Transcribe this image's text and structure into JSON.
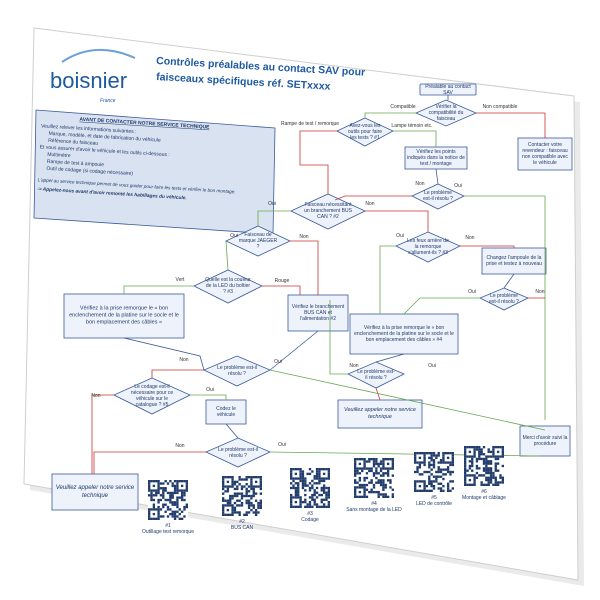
{
  "brand": {
    "name": "boisnier",
    "sub": "France",
    "color": "#1e5aa0"
  },
  "title": {
    "line1": "Contrôles préalables au contact SAV pour",
    "line2": "faisceaux spécifiques réf. SETxxxx"
  },
  "notice": {
    "heading": "AVANT DE CONTACTER NOTRE SERVICE TECHNIQUE",
    "p1": "Veuillez relever les informations suivantes :",
    "b1": "Marque, modèle, et date de fabrication du véhicule",
    "b2": "Référence du faisceau",
    "p2": "Et vous assurer d'avoir le véhicule et les outils ci-dessous :",
    "b3": "Multimètre",
    "b4": "Rampe de test à ampoule",
    "b5": "Outil de codage (si codage nécessaire)",
    "p3": "L'appel au service technique permet de vous guider pour faire les tests et vérifier le bon montage.",
    "p4": "-> Appelez-nous avant d'avoir remonté les habillages du véhicule."
  },
  "nodes": {
    "start": "Préalable au contact SAV",
    "verify_conf": "Vérifier la compatibilité du faisceau",
    "not_compatible_box": "Contacter votre revendeur : faisceau non compatible avec le véhicule",
    "tools": "Avez-vous les outils pour faire les tests ? #1",
    "check_pos": "Vérifiez les points indiqués dans la notice de test / montage",
    "problem1": "Le problème est-il résolu ?",
    "bus_wiring": "Faisceau nécessitant un branchement BUS CAN ? #2",
    "jaeger": "Faisceau de marque JAEGER ?",
    "led_color": "Quelle est la couleur de la LED du boîtier ? #3",
    "check_plug": "Vérifiez à la prise remorque le « bon enclenchement de la platine sur le socle et le bon emplacement des câbles »",
    "check_bus": "Vérifiez le branchement BUS CAN et l'alimentation #2",
    "bulb_ok": "Les feux arrière de la remorque s'allument-ils ? #3",
    "change_bulb": "Changez l'ampoule de la prise et testez à nouveau",
    "bulb_works": "Le problème est-il résolu ?",
    "check_plug2": "Vérifiez à la prise remorque le « bon enclenchement de la platine sur le socle et le bon emplacement des câbles » #4",
    "problem2": "Le problème est-il résolu ?",
    "call_service2": "Veuillez appeler notre service technique",
    "problem3": "Le problème est-il résolu ?",
    "coding": "Le codage est-il nécessaire pour ce véhicule sur le catalogue ? #5",
    "code_vehicle": "Codez le véhicule",
    "problem4": "Le problème est-il résolu ?",
    "call_service": "Veuillez appeler notre service technique",
    "solved": "Merci d'avoir suivi la procédure"
  },
  "labels": {
    "compatible": "Compatible",
    "non_compatible": "Non compatible",
    "rampe": "Rampe de test / remorque",
    "lampe": "Lampe témoin etc.",
    "non": "Non",
    "oui": "Oui",
    "vert": "Vert",
    "rouge": "Rouge"
  },
  "qr_codes": [
    {
      "num": "#1",
      "caption": "Outillage test remorque"
    },
    {
      "num": "#2",
      "caption": "BUS CAN"
    },
    {
      "num": "#3",
      "caption": "Codage"
    },
    {
      "num": "#4",
      "caption": "Sans montage de la LED"
    },
    {
      "num": "#5",
      "caption": "LED de contrôle"
    },
    {
      "num": "#6",
      "caption": "Montage et câblage"
    }
  ],
  "colors": {
    "node_border": "#3a5a9a",
    "node_fill": "#eef3fb",
    "notice_fill": "#d9e2f1",
    "arrow_green": "#6aa84f",
    "arrow_red": "#cc3333",
    "arrow_blue": "#3a5a9a",
    "title": "#1e5aa0"
  }
}
